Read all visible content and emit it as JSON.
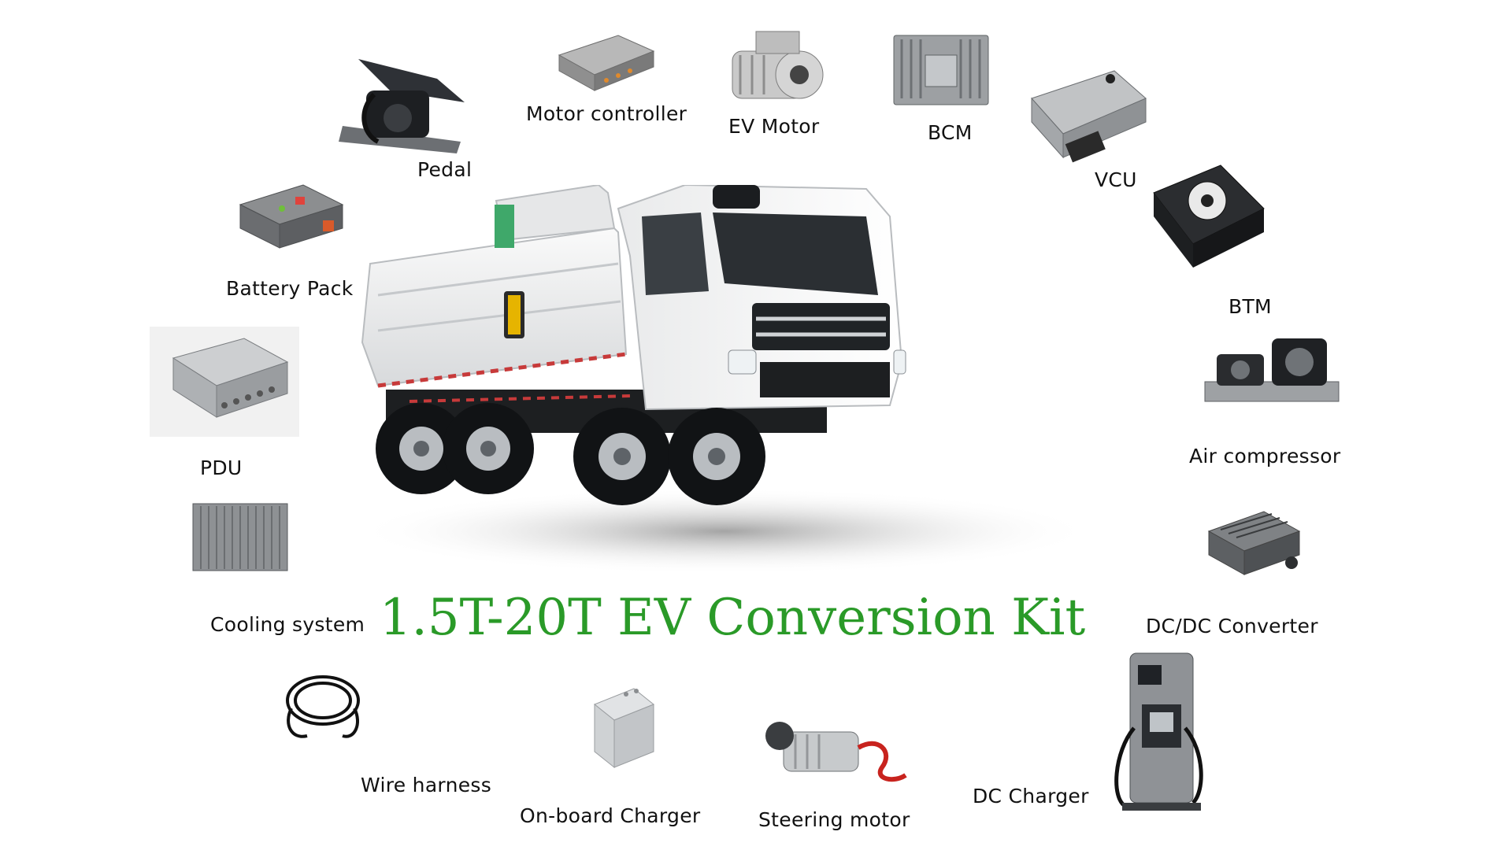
{
  "headline": "1.5T-20T EV Conversion Kit",
  "colors": {
    "headline": "#2a9a28",
    "label": "#111111",
    "background": "#ffffff"
  },
  "components": {
    "motor_controller": "Motor controller",
    "ev_motor": "EV Motor",
    "bcm": "BCM",
    "vcu": "VCU",
    "pedal": "Pedal",
    "battery_pack": "Battery Pack",
    "btm": "BTM",
    "pdu": "PDU",
    "air_compressor": "Air compressor",
    "cooling_system": "Cooling system",
    "dc_dc_converter": "DC/DC Converter",
    "wire_harness": "Wire harness",
    "on_board_charger": "On-board Charger",
    "steering_motor": "Steering motor",
    "dc_charger": "DC Charger"
  },
  "truck": {
    "type": "electric dump truck"
  }
}
